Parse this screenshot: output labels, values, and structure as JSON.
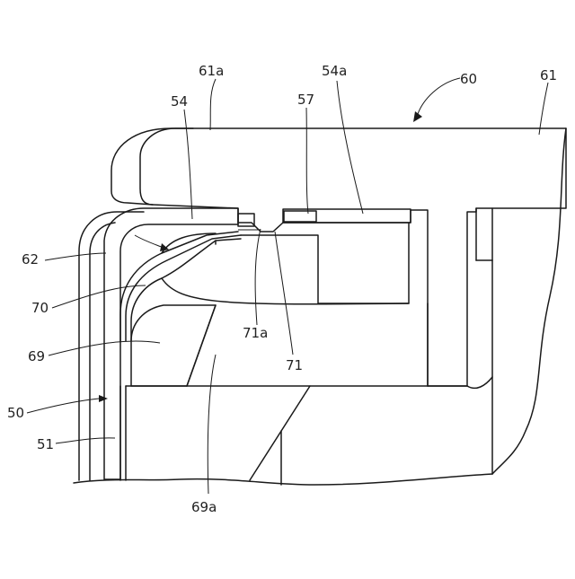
{
  "labels": {
    "l60": "60",
    "l61": "61",
    "l61a": "61a",
    "l54a": "54a",
    "l54": "54",
    "l57": "57",
    "l62": "62",
    "l70": "70",
    "l71a": "71a",
    "l71": "71",
    "l69": "69",
    "l50": "50",
    "l51": "51",
    "l69a": "69a"
  },
  "colors": {
    "line": "#1a1a1a",
    "hatch": "#1a1a1a",
    "background": "#ffffff"
  }
}
